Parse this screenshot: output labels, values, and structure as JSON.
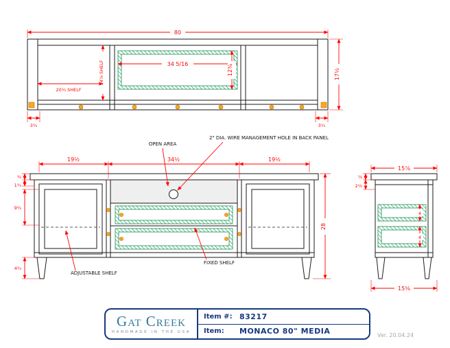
{
  "colors": {
    "dimension": "#ff0000",
    "hatch_magenta": "#f03ae2",
    "hatch_green": "#00a651",
    "dowel_orange": "#ffa51f",
    "outline": "#1a1a1a",
    "title_navy": "#16397f",
    "brand_teal": "#2f7a9a"
  },
  "top_view": {
    "dims": {
      "overall_width": "80",
      "overall_depth": "17½",
      "shelf_depth": "14⅞ SHELF",
      "shelf_width": "20¼ SHELF",
      "center_width": "34 5/16",
      "center_depth": "12¾",
      "left_inset": "3¼",
      "right_inset": "3¼"
    }
  },
  "front_view": {
    "labels": {
      "open_area": "OPEN AREA",
      "wire_hole": "2\" DIA. WIRE MANAGEMENT HOLE IN BACK PANEL",
      "adjustable_shelf": "ADJUSTABLE SHELF",
      "fixed_shelf": "FIXED SHELF"
    },
    "dims": {
      "left_section": "19½",
      "center_section": "34½",
      "right_section": "19½",
      "top_thickness": "¾",
      "top_reveal": "1¾",
      "door_upper": "9¾",
      "leg_height": "4¾",
      "overall_height": "28"
    }
  },
  "side_view": {
    "dims": {
      "top_depth": "15⅞",
      "top_gap": "⅝",
      "setback": "2⅝",
      "drawer_top": "4",
      "drawer_bottom": "4",
      "bottom_depth": "15⅝"
    }
  },
  "title_block": {
    "brand": "Gat Creek",
    "tagline": "HANDMADE IN THE USA",
    "item_number_label": "Item #:",
    "item_number": "83217",
    "item_label": "Item:",
    "item_name": "MONACO 80\" MEDIA",
    "version": "Ver. 20.04.24"
  }
}
